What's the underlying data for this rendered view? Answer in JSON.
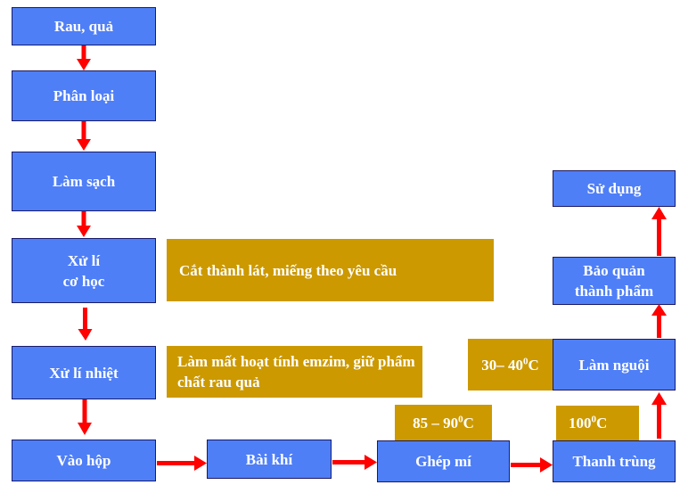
{
  "steps": {
    "rau_qua": "Rau, quả",
    "phan_loai": "Phân loại",
    "lam_sach": "Làm sạch",
    "xu_li_co_hoc": [
      "Xử lí",
      "cơ học"
    ],
    "xu_li_nhiet": "Xử lí nhiệt",
    "vao_hop": "Vào hộp",
    "bai_khi": "Bài khí",
    "ghep_mi": "Ghép mí",
    "thanh_trung": "Thanh trùng",
    "lam_nguoi": "Làm nguội",
    "bao_quan": [
      "Bảo quản",
      "thành phẩm"
    ],
    "su_dung": "Sử dụng"
  },
  "notes": {
    "cat_thanh_lat": "Cắt thành lát, miếng theo yêu cầu",
    "lam_mat_hoat_tinh": [
      "Làm mất hoạt tính emzim,",
      "giữ phẩm chất rau quả"
    ],
    "temp_ghep_mi": {
      "text": "85 – 90",
      "sup": "0",
      "unit": "C"
    },
    "temp_thanh_trung": {
      "text": "100",
      "sup": "0",
      "unit": "C"
    },
    "temp_lam_nguoi": {
      "text": "30– 40",
      "sup": "0",
      "unit": "C"
    }
  },
  "colors": {
    "box_fill": "#4f7ff7",
    "note_fill": "#cc9900",
    "arrow": "#ff0000"
  }
}
